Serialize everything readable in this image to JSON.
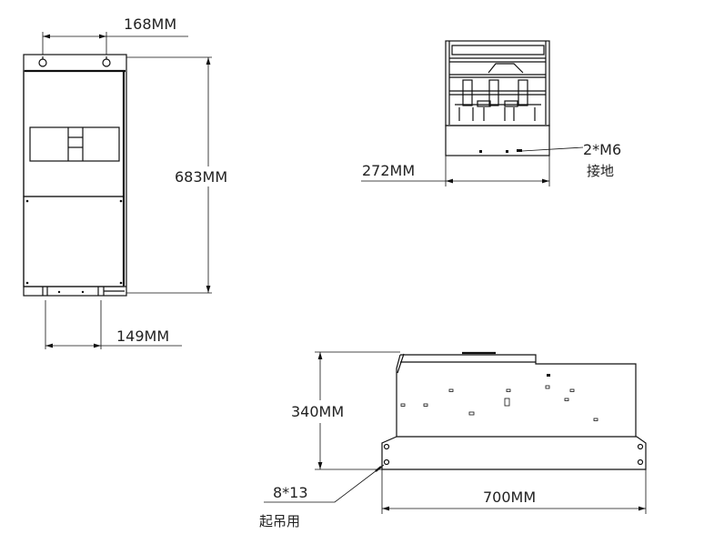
{
  "front_view": {
    "width_top_label": "168MM",
    "height_label": "683MM",
    "width_bottom_label": "149MM"
  },
  "side_view": {
    "depth_label": "272MM",
    "grounding_spec": "2*M6",
    "grounding_note": "接地"
  },
  "top_view": {
    "height_label": "340MM",
    "length_label": "700MM",
    "lifting_spec": "8*13",
    "lifting_note": "起吊用"
  },
  "colors": {
    "line": "#111111",
    "background": "#ffffff"
  }
}
